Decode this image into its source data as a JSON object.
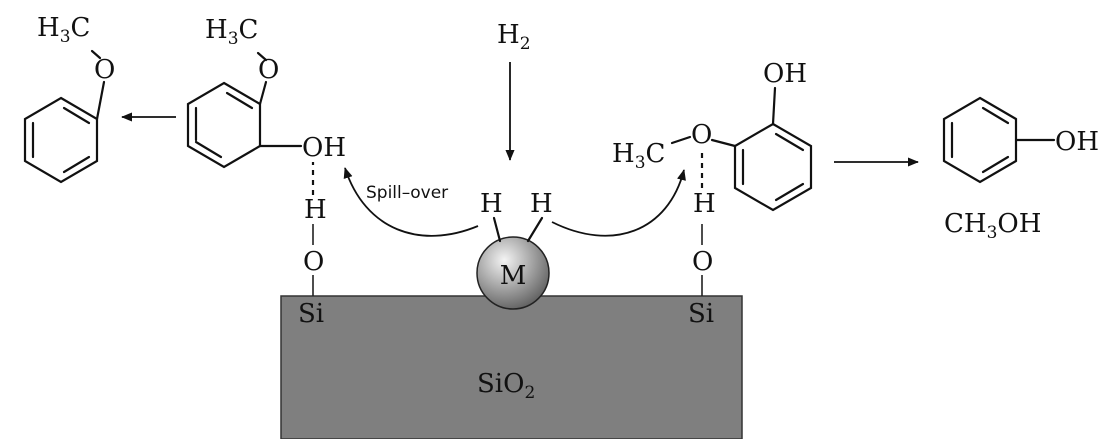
{
  "labels": {
    "h2": {
      "main": "H",
      "sub": "2"
    },
    "methyl": {
      "main": "H",
      "sub": "3",
      "tail": "C"
    },
    "oxygen": "O",
    "hydrogen": "H",
    "hydroxyl": "OH",
    "silicon": "Si",
    "metal": "M",
    "spillover": "Spill–over",
    "support": {
      "main": "SiO",
      "sub": "2"
    },
    "methanol": {
      "head": "CH",
      "sub": "3",
      "tail": "OH"
    }
  },
  "colors": {
    "support_fill": "#7f7f7f",
    "support_stroke": "#333333",
    "metal_light": "#f4f4f4",
    "metal_dark": "#5a5a5a"
  }
}
